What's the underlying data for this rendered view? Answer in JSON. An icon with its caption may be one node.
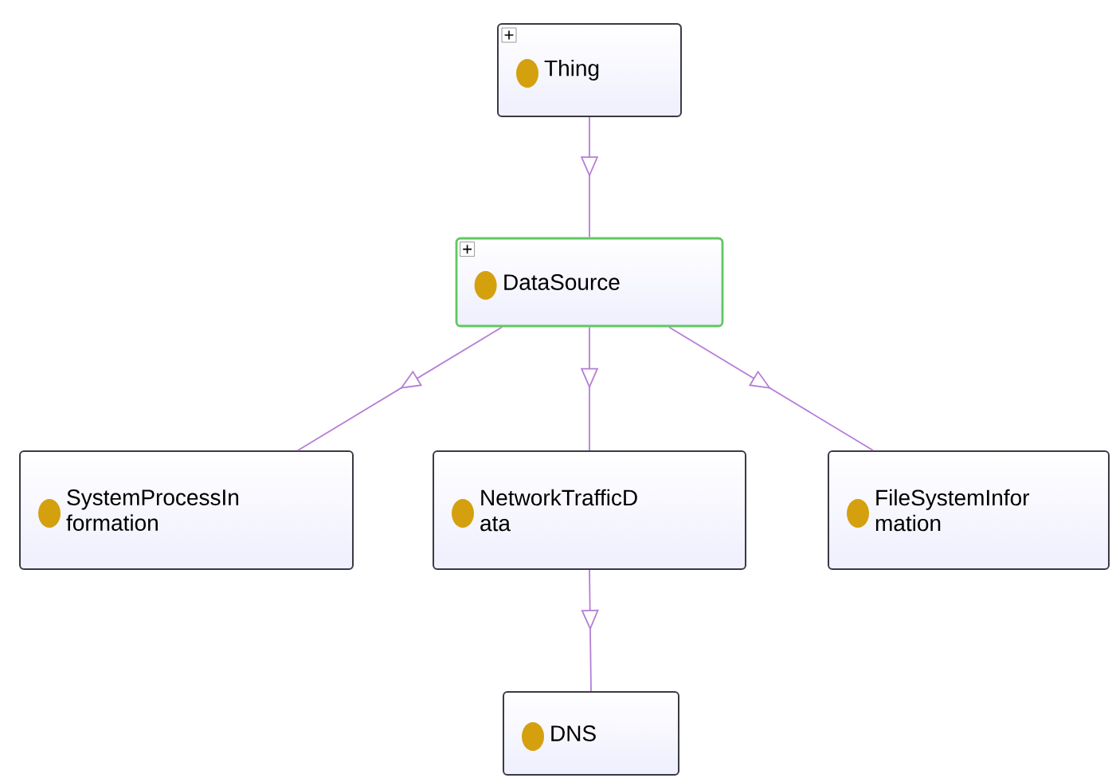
{
  "diagram": {
    "nodes": [
      {
        "text": [
          "Thing"
        ]
      },
      {
        "text": [
          "DataSource"
        ]
      },
      {
        "text": [
          "SystemProcessIn formation"
        ]
      },
      {
        "text": [
          "NetworkTrafficD ata"
        ]
      },
      {
        "text": [
          "FileSystemInfor mation"
        ]
      },
      {
        "text": [
          "DNS"
        ]
      }
    ],
    "edges": [
      {
        "from": 0,
        "to": 1,
        "arrow": "to"
      },
      {
        "from": 1,
        "to": 2,
        "arrow": "to"
      },
      {
        "from": 1,
        "to": 3,
        "arrow": "to"
      },
      {
        "from": 1,
        "to": 4,
        "arrow": "to"
      },
      {
        "from": 3,
        "to": 5,
        "arrow": "to"
      }
    ]
  }
}
